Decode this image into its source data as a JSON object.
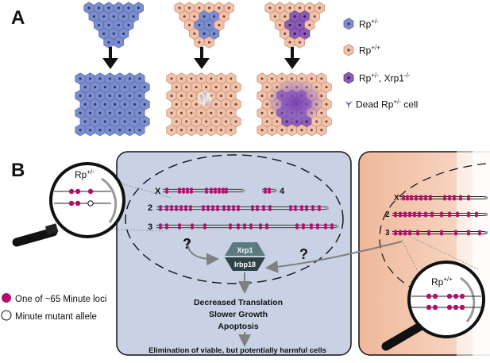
{
  "panels": {
    "a": {
      "label": "A"
    },
    "b": {
      "label": "B"
    }
  },
  "legend_a": [
    {
      "base": "Rp",
      "sup": "+/-",
      "rest": "",
      "swatch": "rp-het-cell"
    },
    {
      "base": "Rp",
      "sup": "+/+",
      "rest": "",
      "swatch": "rp-wt-cell"
    },
    {
      "base": "Rp",
      "sup": "+/-",
      "rest": ", Xrp1",
      "sup2": "-/-",
      "swatch": "xrp1-cell"
    },
    {
      "base": "Dead Rp",
      "sup": "+/-",
      "rest": " cell",
      "swatch": "dead-cell"
    }
  ],
  "legend_b": [
    {
      "text": "One of ~65 Minute loci",
      "swatch": "minute-locus"
    },
    {
      "text": "Minute mutant allele",
      "swatch": "mutant-allele"
    }
  ],
  "magnifier_left": {
    "base": "Rp",
    "sup": "+/-"
  },
  "magnifier_right": {
    "base": "Rp",
    "sup": "+/+"
  },
  "chromosomes": {
    "x": "X",
    "c2": "2",
    "c3": "3",
    "c4": "4"
  },
  "right_chromosomes": {
    "x": "X",
    "c2": "2",
    "c3": "3"
  },
  "pathway": {
    "xrp1": "Xrp1",
    "irbp18": "Irbp18",
    "q_left": "?",
    "q_right": "?",
    "outcomes": [
      "Decreased Translation",
      "Slower Growth",
      "Apoptosis"
    ],
    "final": "Elimination of viable, but potentially harmful cells"
  },
  "colors": {
    "rp_het": "#7b8ed0",
    "rp_wt": "#f1c2aa",
    "xrp1": "#8b5cb8",
    "minute_locus": "#b0106c",
    "panel_blue": "#c9d2e4",
    "panel_peach": "#efb89a",
    "hexagon": "#40585f"
  }
}
